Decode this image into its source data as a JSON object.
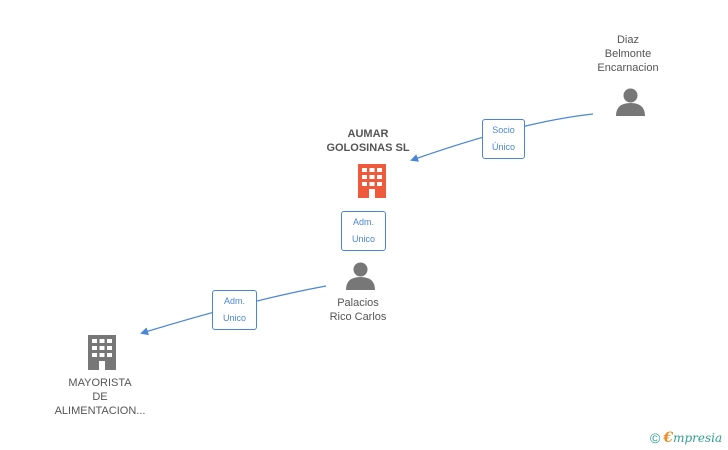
{
  "nodes": {
    "aumar": {
      "label": "AUMAR\nGOLOSINAS SL",
      "icon": "building-icon",
      "color": "#f05a3c"
    },
    "diaz": {
      "label": "Diaz\nBelmonte\nEncarnacion",
      "icon": "person-icon",
      "color": "#777777"
    },
    "palacios": {
      "label": "Palacios\nRico Carlos",
      "icon": "person-icon",
      "color": "#777777"
    },
    "mayorista": {
      "label": "MAYORISTA\nDE\nALIMENTACION...",
      "icon": "building-icon",
      "color": "#777777"
    }
  },
  "edges": {
    "socio": {
      "label": "Socio\nÚnico",
      "color": "#4a86d8"
    },
    "adm1": {
      "label": "Adm.\nUnico",
      "color": "#4a86d8"
    },
    "adm2": {
      "label": "Adm.\nUnico",
      "color": "#4a86d8"
    }
  },
  "watermark": {
    "symbol": "©",
    "brand_e": "€",
    "brand_rest": "mpresia"
  }
}
